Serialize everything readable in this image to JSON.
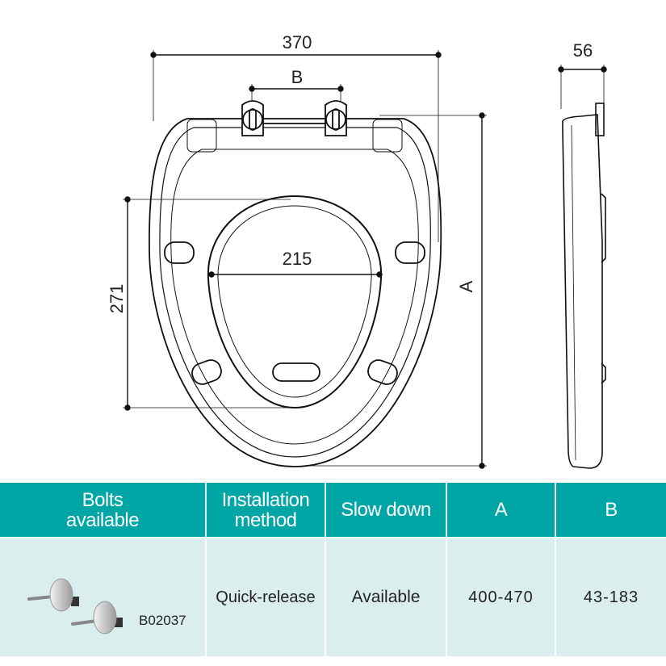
{
  "drawing": {
    "dimensions": {
      "width": "370",
      "hinge_spacing": "B",
      "length": "A",
      "opening_length": "271",
      "opening_width": "215",
      "thickness": "56"
    }
  },
  "table": {
    "headers": {
      "bolts_line1": "Bolts",
      "bolts_line2": "available",
      "installation_line1": "Installation",
      "installation_line2": "method",
      "slow_down": "Slow down",
      "a": "A",
      "b": "B"
    },
    "row": {
      "bolt_code": "B02037",
      "installation": "Quick-release",
      "slow_down": "Available",
      "a": "400-470",
      "b": "43-183"
    },
    "colors": {
      "header": "#00a6a6",
      "body": "#dbeeee"
    }
  }
}
